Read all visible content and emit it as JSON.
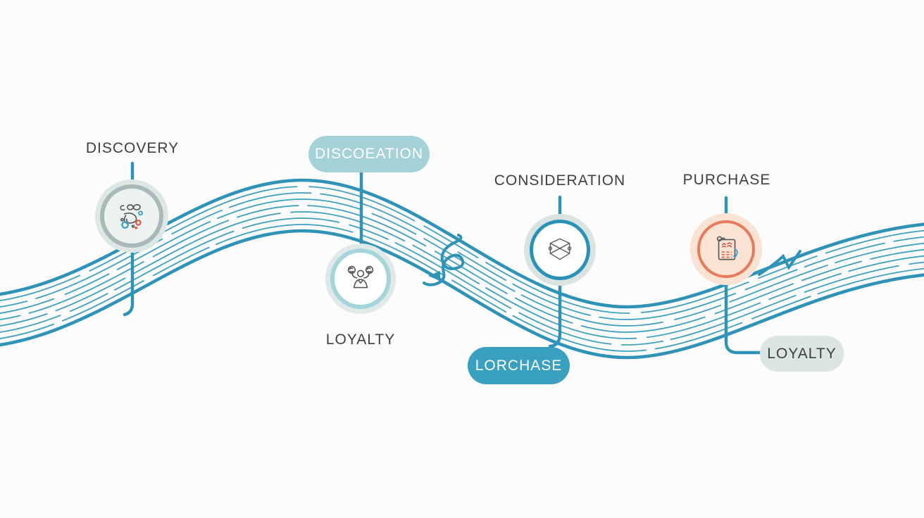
{
  "diagram_type": "customer-journey-infographic",
  "labels": {
    "discovery": "DISCOVERY",
    "loyalty_caption": "LOYALTY",
    "consideration": "CONSIDERATION",
    "purchase": "PURCHASE"
  },
  "pills": {
    "discoeation": "DISCOEATION",
    "lorchase": "LORCHASE",
    "loyalty": "LOYALTY"
  },
  "icons": [
    "stethoscope-doodle-icon",
    "people-group-icon",
    "cube-wireframe-icon",
    "receipt-document-icon"
  ],
  "colors": {
    "ribbon": "#2e93b7",
    "ribbon_inner": "#3da0c1",
    "pill_light_teal": "#a5d2d9",
    "pill_dark_teal": "#39a0bf",
    "pill_gray_green": "#dbe5e3",
    "text_dark": "#3f3f3f",
    "text_white": "#ffffff",
    "purchase_fill": "#fbe3d3",
    "purchase_ring": "#e87a5c",
    "discovery_ring": "#a9b9b8",
    "loyalty_ring": "#a4d5da",
    "consideration_ring": "#2a92b6",
    "bg": "#fbfcfb"
  }
}
